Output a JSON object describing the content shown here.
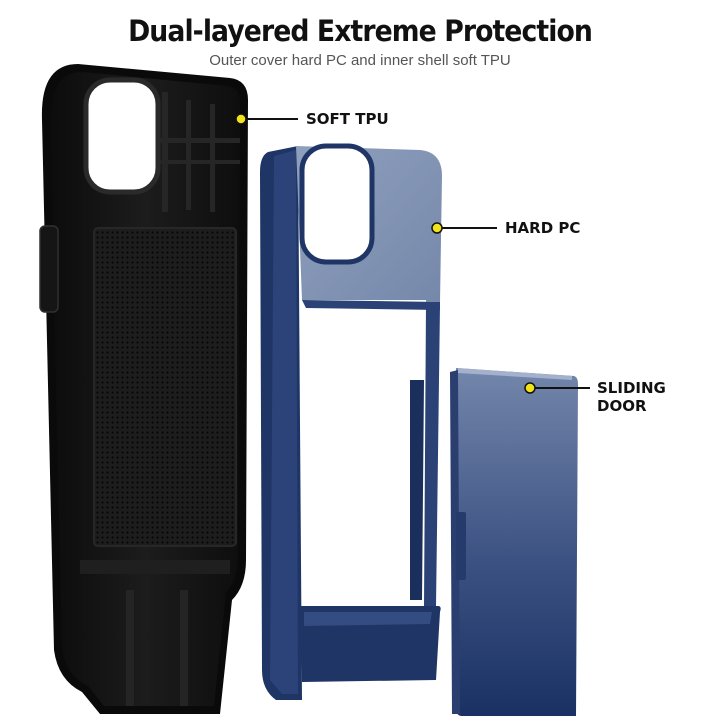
{
  "header": {
    "title": "Dual-layered Extreme Protection",
    "subtitle": "Outer cover hard PC  and inner shell soft TPU"
  },
  "callouts": {
    "soft_tpu": "SOFT TPU",
    "hard_pc": "HARD PC",
    "sliding_door": "SLIDING DOOR"
  },
  "colors": {
    "tpu": "#151515",
    "pc_navy": "#1e3566",
    "pc_face": "#8596b6",
    "door_light": "#6f82a8",
    "door_dark": "#1b3366",
    "dot": "#f1e21a"
  }
}
